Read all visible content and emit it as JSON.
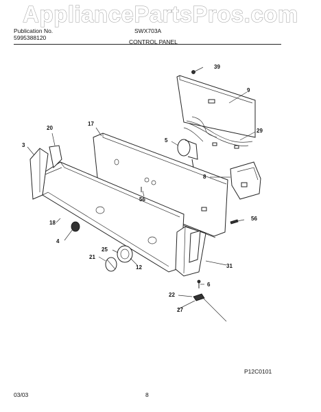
{
  "watermark": "AppliancePartsPros.com",
  "header": {
    "publication_label": "Publication No.",
    "publication_number": "5995388120",
    "model": "SWX703A",
    "section_title": "CONTROL PANEL"
  },
  "parts": {
    "p39": "39",
    "p9": "9",
    "p29": "29",
    "p17": "17",
    "p20": "20",
    "p3": "3",
    "p5": "5",
    "p8": "8",
    "p56a": "56",
    "p56b": "56",
    "p18": "18",
    "p4": "4",
    "p25": "25",
    "p21": "21",
    "p12": "12",
    "p31": "31",
    "p6": "6",
    "p22": "22",
    "p27": "27"
  },
  "diagram_code": "P12C0101",
  "footer": {
    "date": "03/03",
    "page": "8"
  }
}
